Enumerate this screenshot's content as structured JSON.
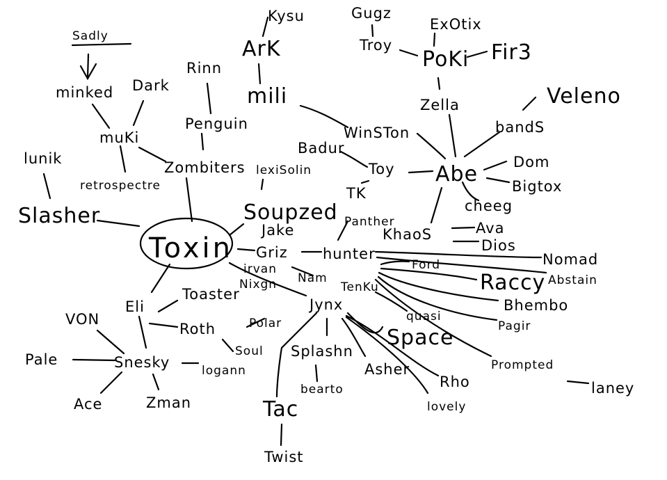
{
  "diagram": {
    "nodes": [
      {
        "id": "sadly",
        "label": "Sadly"
      },
      {
        "id": "minked",
        "label": "minked"
      },
      {
        "id": "dark",
        "label": "Dark"
      },
      {
        "id": "muki",
        "label": "muKi"
      },
      {
        "id": "retrospectre",
        "label": "retrospectre"
      },
      {
        "id": "lunik",
        "label": "lunik"
      },
      {
        "id": "slasher",
        "label": "Slasher"
      },
      {
        "id": "rinn",
        "label": "Rinn"
      },
      {
        "id": "penguin",
        "label": "Penguin"
      },
      {
        "id": "zombiters",
        "label": "Zombiters"
      },
      {
        "id": "kysu",
        "label": "Kysu"
      },
      {
        "id": "ark",
        "label": "ArK"
      },
      {
        "id": "mili",
        "label": "mili"
      },
      {
        "id": "gugz",
        "label": "Gugz"
      },
      {
        "id": "exotix",
        "label": "ExOtix"
      },
      {
        "id": "troy",
        "label": "Troy"
      },
      {
        "id": "poki",
        "label": "PoKi"
      },
      {
        "id": "fir3",
        "label": "Fir3"
      },
      {
        "id": "zella",
        "label": "Zella"
      },
      {
        "id": "veleno",
        "label": "Veleno"
      },
      {
        "id": "winston",
        "label": "WinSTon"
      },
      {
        "id": "bands",
        "label": "bandS"
      },
      {
        "id": "badur",
        "label": "Badur"
      },
      {
        "id": "toy",
        "label": "Toy"
      },
      {
        "id": "abe",
        "label": "Abe"
      },
      {
        "id": "dom",
        "label": "Dom"
      },
      {
        "id": "bigtox",
        "label": "Bigtox"
      },
      {
        "id": "tk",
        "label": "TK"
      },
      {
        "id": "cheeg",
        "label": "cheeg"
      },
      {
        "id": "lexisolin",
        "label": "lexiSolin"
      },
      {
        "id": "soupzed",
        "label": "Soupzed"
      },
      {
        "id": "panther",
        "label": "Panther"
      },
      {
        "id": "jake",
        "label": "Jake"
      },
      {
        "id": "khaos",
        "label": "KhaoS"
      },
      {
        "id": "ava",
        "label": "Ava"
      },
      {
        "id": "toxin",
        "label": "Toxin"
      },
      {
        "id": "griz",
        "label": "Griz"
      },
      {
        "id": "hunter",
        "label": "hunter"
      },
      {
        "id": "dios",
        "label": "Dios"
      },
      {
        "id": "nomad",
        "label": "Nomad"
      },
      {
        "id": "ford",
        "label": "Ford"
      },
      {
        "id": "abstain",
        "label": "Abstain"
      },
      {
        "id": "raccy",
        "label": "Raccy"
      },
      {
        "id": "irvan",
        "label": "irvan"
      },
      {
        "id": "nam",
        "label": "Nam"
      },
      {
        "id": "tenku",
        "label": "TenKu"
      },
      {
        "id": "nixgn",
        "label": "Nixgn"
      },
      {
        "id": "bhembo",
        "label": "Bhembo"
      },
      {
        "id": "eli",
        "label": "Eli"
      },
      {
        "id": "toaster",
        "label": "Toaster"
      },
      {
        "id": "jynx",
        "label": "Jynx"
      },
      {
        "id": "quasi",
        "label": "quasi"
      },
      {
        "id": "pagir",
        "label": "Pagir"
      },
      {
        "id": "von",
        "label": "VON"
      },
      {
        "id": "roth",
        "label": "Roth"
      },
      {
        "id": "polar",
        "label": "Polar"
      },
      {
        "id": "space",
        "label": "Space"
      },
      {
        "id": "soul",
        "label": "Soul"
      },
      {
        "id": "splashn",
        "label": "Splashn"
      },
      {
        "id": "pale",
        "label": "Pale"
      },
      {
        "id": "snesky",
        "label": "Snesky"
      },
      {
        "id": "logann",
        "label": "logann"
      },
      {
        "id": "prompted",
        "label": "Prompted"
      },
      {
        "id": "laney",
        "label": "laney"
      },
      {
        "id": "asher",
        "label": "Asher"
      },
      {
        "id": "rho",
        "label": "Rho"
      },
      {
        "id": "bearto",
        "label": "bearto"
      },
      {
        "id": "ace",
        "label": "Ace"
      },
      {
        "id": "zman",
        "label": "Zman"
      },
      {
        "id": "tac",
        "label": "Tac"
      },
      {
        "id": "lovely",
        "label": "lovely"
      },
      {
        "id": "twist",
        "label": "Twist"
      }
    ]
  }
}
